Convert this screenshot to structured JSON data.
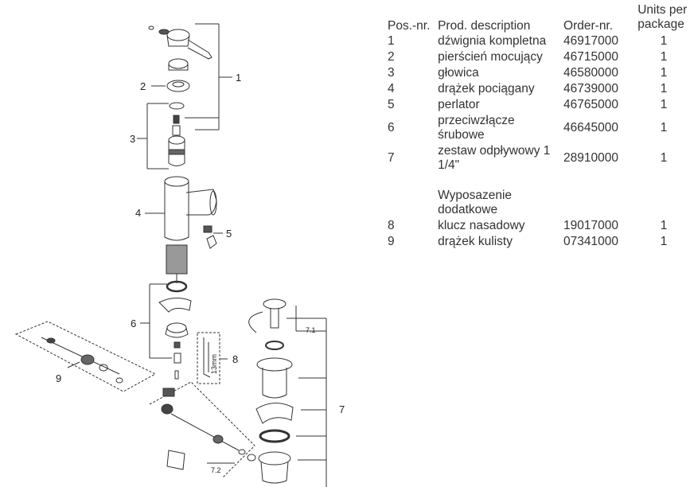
{
  "table": {
    "headers": {
      "pos": "Pos.-nr.",
      "description": "Prod. description",
      "order": "Order-nr.",
      "units": "Units per package"
    },
    "rows": [
      {
        "pos": "1",
        "description": "dźwignia kompletna",
        "order": "46917000",
        "units": "1"
      },
      {
        "pos": "2",
        "description": "pierścień mocujący",
        "order": "46715000",
        "units": "1"
      },
      {
        "pos": "3",
        "description": "głowica",
        "order": "46580000",
        "units": "1"
      },
      {
        "pos": "4",
        "description": "drążek pociągany",
        "order": "46739000",
        "units": "1"
      },
      {
        "pos": "5",
        "description": "perlator",
        "order": "46765000",
        "units": "1"
      },
      {
        "pos": "6",
        "description": "przeciwzłącze śrubowe",
        "order": "46645000",
        "units": "1"
      },
      {
        "pos": "7",
        "description": "zestaw odpływowy 1 1/4\"",
        "order": "28910000",
        "units": "1"
      }
    ],
    "section_title": "Wyposazenie dodatkowe",
    "accessory_rows": [
      {
        "pos": "8",
        "description": "klucz nasadowy",
        "order": "19017000",
        "units": "1"
      },
      {
        "pos": "9",
        "description": "drążek kulisty",
        "order": "07341000",
        "units": "1"
      }
    ]
  },
  "diagram": {
    "callouts": {
      "c1": "1",
      "c2": "2",
      "c3": "3",
      "c4": "4",
      "c5": "5",
      "c6": "6",
      "c7": "7",
      "c7_1": "7.1",
      "c7_2": "7.2",
      "c8": "8",
      "c9": "9"
    },
    "dimension_text": "13mm"
  }
}
